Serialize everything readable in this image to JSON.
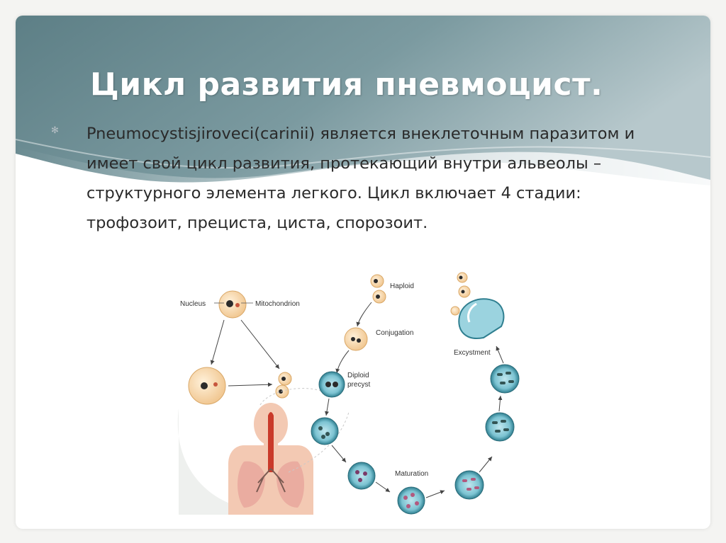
{
  "slide": {
    "title": "Цикл развития пневмоцист.",
    "bullet_text": "Pneumocystisjiroveci(carinii) является внеклеточным паразитом и имеет свой цикл развития, протекающий внутри альвеолы – структурного элемента легкого. Цикл включает 4 стадии: трофозоит, прециста, циста, спорозоит."
  },
  "figure": {
    "labels": {
      "nucleus": "Nucleus",
      "mitochondrion": "Mitochondrion",
      "haploid": "Haploid",
      "conjugation": "Conjugation",
      "diploid": "Diploid",
      "precyst": "precyst",
      "maturation": "Maturation",
      "excystment": "Excystment"
    }
  },
  "colors": {
    "header_dark": "#5f8288",
    "header_light": "#c9d5d8",
    "cell_fill": "#f6d8a8",
    "cyst_fill": "#2f7f90",
    "cyst_inner": "#a9dbe6",
    "lung_color": "#e8a79c",
    "airway_color": "#c93a2a"
  }
}
